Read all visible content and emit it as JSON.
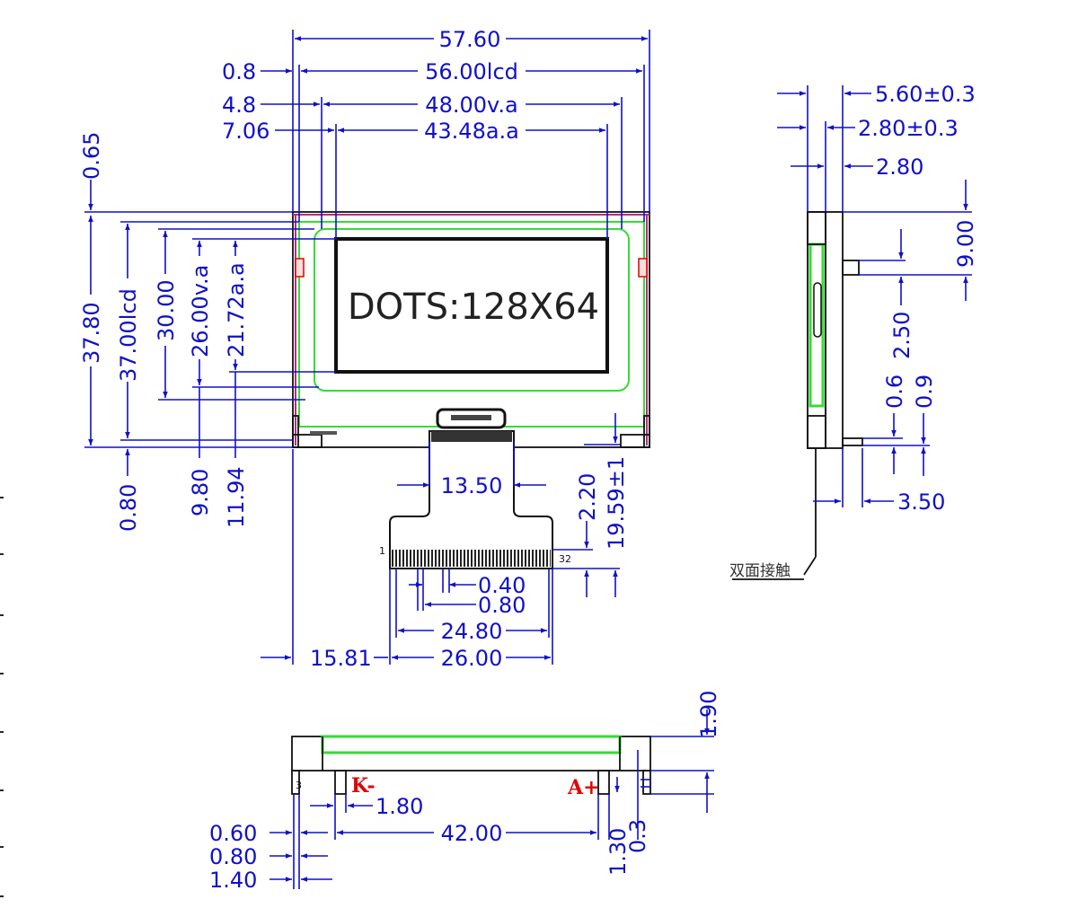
{
  "display": {
    "label": "DOTS:128X64"
  },
  "top_dims": {
    "overall_width": "57.60",
    "lcd_width": "56.00lcd",
    "va_width": "48.00v.a",
    "aa_width": "43.48a.a",
    "lcd_offset": "0.8",
    "va_offset": "4.8",
    "aa_offset": "7.06"
  },
  "left_dims": {
    "top_gap": "0.65",
    "overall_height": "37.80",
    "lcd_height": "37.00lcd",
    "window_height": "30.00",
    "va_height": "26.00v.a",
    "aa_height": "21.72a.a",
    "bottom_gap": "0.80",
    "va_bottom": "9.80",
    "aa_bottom": "11.94"
  },
  "fpc_dims": {
    "neck_width": "13.50",
    "pitch_width": "0.40",
    "pitch": "0.80",
    "pins_span": "24.80",
    "tail_width": "26.00",
    "left_offset": "15.81",
    "contact_len": "2.20",
    "tail_len": "19.59±1",
    "pin_first": "1",
    "pin_last": "32"
  },
  "side_dims": {
    "total_thick": "5.60±0.3",
    "panel_thick": "2.80±0.3",
    "frame_thick": "2.80",
    "upper_pin": "9.00",
    "pin_span": "2.50",
    "pin_a": "0.6",
    "pin_b": "0.9",
    "bottom_w": "3.50",
    "note": "双面接触"
  },
  "bottom_dims": {
    "height": "1.90",
    "kminus": "K-",
    "aplus": "A+",
    "pin_w": "1.80",
    "pin_pitch": "42.00",
    "d1": "0.60",
    "d2": "0.80",
    "d3": "1.40",
    "r1": "1.30",
    "r2": "0.3",
    "small": "3"
  },
  "colors": {
    "dimension": "#1010c8",
    "outline": "#111111",
    "backlight": "#33dd33",
    "frame_edge": "#b03080",
    "polarity": "#e00000"
  }
}
